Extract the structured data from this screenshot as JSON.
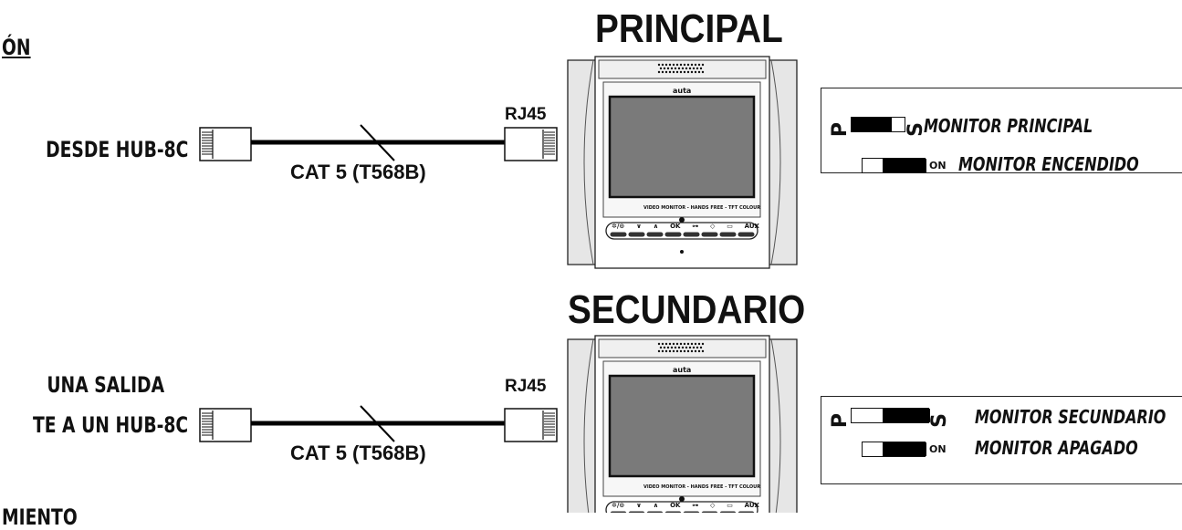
{
  "header_fragment": "ÓN",
  "principal": {
    "title": "PRINCIPAL",
    "source": "DESDE HUB-8C",
    "connector": "RJ45",
    "cable": "CAT 5 (T568B)",
    "switch_left": "P",
    "switch_right": "S",
    "switch_on": "ON",
    "line1": "MONITOR PRINCIPAL",
    "line2": "MONITOR ENCENDIDO"
  },
  "secundario": {
    "title": "SECUNDARIO",
    "source_line1": "UNA SALIDA",
    "source_line2": "TE A UN HUB-8C",
    "connector": "RJ45",
    "cable": "CAT 5 (T568B)",
    "switch_left": "P",
    "switch_right": "S",
    "switch_on": "ON",
    "line1": "MONITOR SECUNDARIO",
    "line2": "MONITOR APAGADO"
  },
  "footer_fragment": "MIENTO",
  "monitor": {
    "brand": "auta",
    "caption": "VIDEO MONITOR - HANDS FREE - TFT COLOUR",
    "buttons": [
      "✲/⊙",
      "∨",
      "∧",
      "OK",
      "⊶",
      "◇",
      "▭",
      "AUX"
    ]
  }
}
